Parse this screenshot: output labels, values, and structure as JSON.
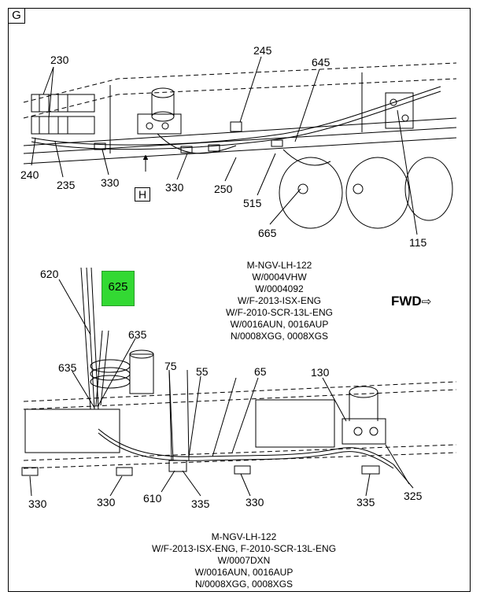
{
  "frame_label": "G",
  "view_label": "H",
  "fwd": {
    "text": "FWD",
    "arrow": "⇨"
  },
  "top_callouts": {
    "c230": "230",
    "c245": "245",
    "c645": "645",
    "c240": "240",
    "c235": "235",
    "c330a": "330",
    "c330b": "330",
    "c250": "250",
    "c515": "515",
    "c665": "665",
    "c115": "115"
  },
  "bottom_callouts": {
    "c620": "620",
    "c625": "625",
    "c635a": "635",
    "c635b": "635",
    "c75": "75",
    "c55": "55",
    "c65": "65",
    "c130": "130",
    "c330a": "330",
    "c330b": "330",
    "c610": "610",
    "c335a": "335",
    "c330c": "330",
    "c335b": "335",
    "c325": "325"
  },
  "notes_top": [
    "M-NGV-LH-122",
    "W/0004VHW",
    "W/0004092",
    "W/F-2013-ISX-ENG",
    "W/F-2010-SCR-13L-ENG",
    "W/0016AUN, 0016AUP",
    "N/0008XGG, 0008XGS"
  ],
  "notes_bottom": [
    "M-NGV-LH-122",
    "W/F-2013-ISX-ENG, F-2010-SCR-13L-ENG",
    "W/0007DXN",
    "W/0016AUN, 0016AUP",
    "N/0008XGG, 0008XGS"
  ],
  "colors": {
    "highlight": "#33d933",
    "line": "#000000"
  }
}
